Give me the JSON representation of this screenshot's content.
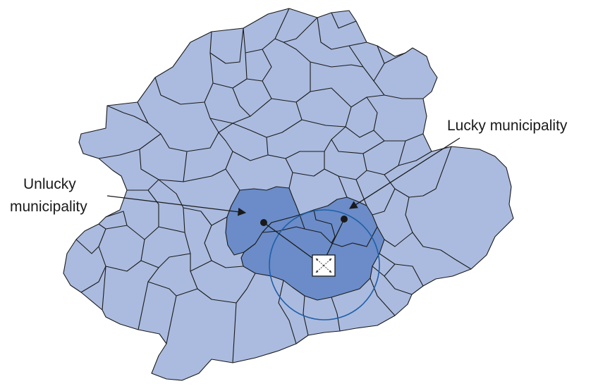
{
  "labels": {
    "lucky": "Lucky municipality",
    "unlucky_line1": "Unlucky",
    "unlucky_line2": "municipality"
  },
  "colors": {
    "background": "#ffffff",
    "region_fill": "#abbbdf",
    "highlight_fill": "#6b8cc8",
    "border": "#1a1a1a",
    "radius_circle": "#1f5fa8",
    "facility_box": "#ffffff"
  },
  "icons": {
    "facility": "facility-square-icon",
    "centroid": "centroid-dot-icon"
  }
}
